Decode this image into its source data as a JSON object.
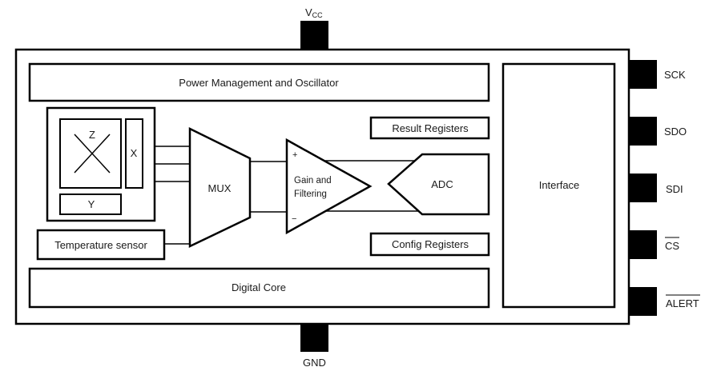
{
  "diagram": {
    "type": "block-diagram",
    "pins": {
      "top": [
        {
          "id": "vcc",
          "label": "V",
          "sub": "CC"
        }
      ],
      "bottom": [
        {
          "id": "gnd",
          "label": "GND"
        }
      ],
      "right": [
        {
          "id": "sck",
          "label": "SCK",
          "overbar": false
        },
        {
          "id": "sdo",
          "label": "SDO",
          "overbar": false
        },
        {
          "id": "sdi",
          "label": "SDI",
          "overbar": false
        },
        {
          "id": "cs",
          "label": "CS",
          "overbar": true
        },
        {
          "id": "alert",
          "label": "ALERT",
          "overbar": true
        }
      ]
    },
    "blocks": {
      "power": "Power Management and Oscillator",
      "sensor_z": "Z",
      "sensor_x": "X",
      "sensor_y": "Y",
      "temperature": "Temperature sensor",
      "mux": "MUX",
      "amp_line1": "Gain and",
      "amp_line2": "Filtering",
      "amp_plus": "+",
      "amp_minus": "−",
      "adc": "ADC",
      "result_registers": "Result Registers",
      "config_registers": "Config Registers",
      "digital_core": "Digital Core",
      "interface": "Interface"
    },
    "connections": [
      [
        "sensor",
        "mux"
      ],
      [
        "temperature",
        "mux"
      ],
      [
        "mux",
        "amp"
      ],
      [
        "amp",
        "adc"
      ]
    ]
  }
}
